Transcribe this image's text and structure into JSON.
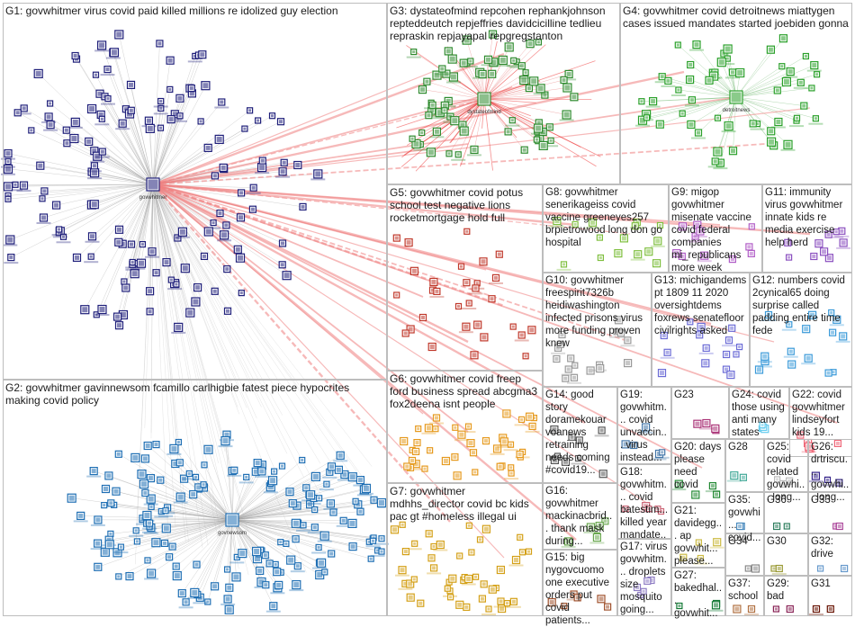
{
  "groups": [
    {
      "id": "G1",
      "label": "G1: govwhitmer virus covid paid killed millions re idolized guy election",
      "color": "#1f1f7a"
    },
    {
      "id": "G2",
      "label": "G2: govwhitmer gavinnewsom fcamillo carlhigbie fatest piece hypocrites making covid policy",
      "color": "#1f6fb4"
    },
    {
      "id": "G3",
      "label": "G3: dystateofmind repcohen rephankjohnson repteddeutch repjeffries davidcicilline tedlieu repraskin repjayapal repgregstanton",
      "color": "#2e8b2e"
    },
    {
      "id": "G4",
      "label": "G4: govwhitmer covid detroitnews miattygen cases issued mandates started joebiden gonna",
      "color": "#2aa02a"
    },
    {
      "id": "G5",
      "label": "G5: govwhitmer covid potus school test negative lions rocketmortgage hold full",
      "color": "#c0392b"
    },
    {
      "id": "G6",
      "label": "G6: govwhitmer covid freep ford business spread abcgma3 fox2deena isnt people",
      "color": "#e69a1e"
    },
    {
      "id": "G7",
      "label": "G7: govwhitmer mdhhs_director covid bc kids pac gt #homeless illegal ui",
      "color": "#d4a017"
    },
    {
      "id": "G8",
      "label": "G8: govwhitmer senerikageiss covid vaccine greeneyes257 brpietrowood long don go hospital",
      "color": "#7fbf3f"
    },
    {
      "id": "G9",
      "label": "G9: migop govwhitmer misenate vaccine covid federal companies mi_republicans more week",
      "color": "#b05cc6"
    },
    {
      "id": "G10",
      "label": "G10: govwhitmer freespirit7326b heidiwashington infected prisons virus more funding proven knew",
      "color": "#999999"
    },
    {
      "id": "G11",
      "label": "G11: immunity virus govwhitmer innate kids re media exercise help herd",
      "color": "#8a4fbf"
    },
    {
      "id": "G12",
      "label": "G12: numbers covid 2cynical65 doing surprise called padding entire time fede",
      "color": "#3a9ad9"
    },
    {
      "id": "G13",
      "label": "G13: michigandems pt 1809 11 2020 oversightdems foxrews senatefloor civilrights asked",
      "color": "#6b6bd6"
    },
    {
      "id": "G14",
      "label": "G14: good story doramekouar voanews retraining needs coming #covid19...",
      "color": "#555555"
    },
    {
      "id": "G15",
      "label": "G15: big nygovcuomo one executive orders put covid patients...",
      "color": "#a0522d"
    },
    {
      "id": "G16",
      "label": "G16: govwhitmer mackinacbrid... thank mask during...",
      "color": "#6aa84f"
    },
    {
      "id": "G17",
      "label": "G17: virus govwhitm... droplets size mosquito going...",
      "color": "#8e7cc3"
    },
    {
      "id": "G18",
      "label": "G18: govwhitm... covid batestim... killed year mandate...",
      "color": "#cc6677"
    },
    {
      "id": "G19",
      "label": "G19: govwhitm... covid unvaccin... virus instead...",
      "color": "#4477aa"
    },
    {
      "id": "G20",
      "label": "G20: days please need covid",
      "color": "#228833"
    },
    {
      "id": "G21",
      "label": "G21: davidegg... ap govwhit... please...",
      "color": "#ccbb44"
    },
    {
      "id": "G22",
      "label": "G22: covid govwhitmer lindseyfort kids 19...",
      "color": "#ee6677"
    },
    {
      "id": "G23",
      "label": "G23",
      "color": "#aa3377"
    },
    {
      "id": "G24",
      "label": "G24: covid those using anti many states",
      "color": "#66ccee"
    },
    {
      "id": "G25",
      "label": "G25: covid related govwhi... long...",
      "color": "#bbbbbb"
    },
    {
      "id": "G26",
      "label": "G26: drtriscu... govwhi... long...",
      "color": "#332288"
    },
    {
      "id": "G27",
      "label": "G27: bakedhal... govwhit...",
      "color": "#117733"
    },
    {
      "id": "G28",
      "label": "G28",
      "color": "#44aa99"
    },
    {
      "id": "G29",
      "label": "G29: bad",
      "color": "#882255"
    },
    {
      "id": "G30",
      "label": "G30",
      "color": "#999933"
    },
    {
      "id": "G31",
      "label": "G31",
      "color": "#661100"
    },
    {
      "id": "G32",
      "label": "G32: drive",
      "color": "#6699cc"
    },
    {
      "id": "G33",
      "label": "G33",
      "color": "#aa4499"
    },
    {
      "id": "G34",
      "label": "G34",
      "color": "#888888"
    },
    {
      "id": "G35",
      "label": "G35: govwhi... covid...",
      "color": "#4b8bbe"
    },
    {
      "id": "G36",
      "label": "G36",
      "color": "#2f7f5f"
    },
    {
      "id": "G37",
      "label": "G37: school",
      "color": "#b07040"
    }
  ],
  "hubs": [
    {
      "name": "govwhitmer",
      "group": "G1"
    },
    {
      "name": "govnewsom",
      "group": "G2"
    },
    {
      "name": "dystateofmind",
      "group": "G3"
    },
    {
      "name": "detroitnews",
      "group": "G4"
    }
  ]
}
